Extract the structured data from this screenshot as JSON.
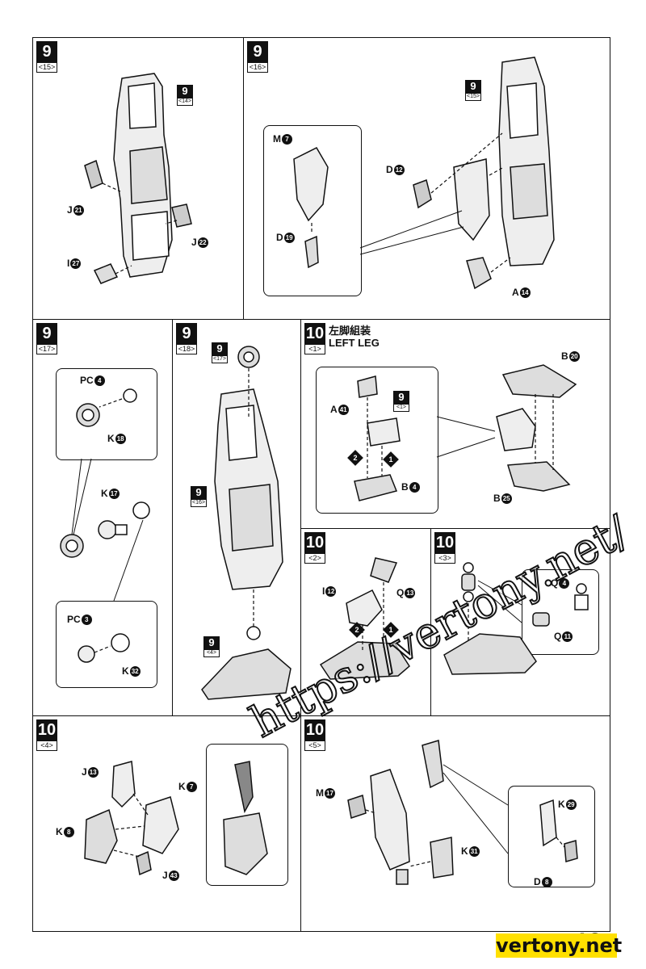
{
  "panels": [
    {
      "id": "p1",
      "step": "9",
      "sub": "<15>",
      "labels": [
        {
          "l": "J",
          "c": "21"
        },
        {
          "l": "J",
          "c": "22"
        },
        {
          "l": "I",
          "c": "27"
        }
      ],
      "ref": {
        "n": "9",
        "s": "<14>"
      }
    },
    {
      "id": "p2",
      "step": "9",
      "sub": "<16>",
      "labels": [
        {
          "l": "M",
          "c": "7"
        },
        {
          "l": "D",
          "c": "19"
        },
        {
          "l": "D",
          "c": "12"
        },
        {
          "l": "A",
          "c": "14"
        }
      ],
      "ref": {
        "n": "9",
        "s": "<15>"
      }
    },
    {
      "id": "p3",
      "step": "9",
      "sub": "<17>",
      "labels": [
        {
          "l": "PC",
          "c": "4"
        },
        {
          "l": "K",
          "c": "18"
        },
        {
          "l": "K",
          "c": "17"
        },
        {
          "l": "PC",
          "c": "3"
        },
        {
          "l": "K",
          "c": "32"
        }
      ]
    },
    {
      "id": "p4",
      "step": "9",
      "sub": "<18>",
      "refs": [
        {
          "n": "9",
          "s": "<17>"
        },
        {
          "n": "9",
          "s": "<16>"
        },
        {
          "n": "9",
          "s": "<4>"
        }
      ]
    },
    {
      "id": "p5",
      "step": "10",
      "sub": "<1>",
      "title_jp": "左脚組装",
      "title_en": "LEFT LEG",
      "labels": [
        {
          "l": "A",
          "c": "41"
        },
        {
          "l": "B",
          "c": "4"
        },
        {
          "l": "B",
          "c": "20"
        },
        {
          "l": "B",
          "c": "25"
        }
      ],
      "ref": {
        "n": "9",
        "s": "<1>"
      },
      "orders": [
        "1",
        "2"
      ]
    },
    {
      "id": "p6",
      "step": "10",
      "sub": "<2>",
      "labels": [
        {
          "l": "I",
          "c": "12"
        },
        {
          "l": "Q",
          "c": "13"
        }
      ],
      "orders": [
        "1",
        "2"
      ]
    },
    {
      "id": "p7",
      "step": "10",
      "sub": "<3>",
      "labels": [
        {
          "l": "Q",
          "c": "4"
        },
        {
          "l": "Q",
          "c": "11"
        }
      ]
    },
    {
      "id": "p8",
      "step": "10",
      "sub": "<4>",
      "labels": [
        {
          "l": "J",
          "c": "13"
        },
        {
          "l": "K",
          "c": "7"
        },
        {
          "l": "K",
          "c": "8"
        },
        {
          "l": "J",
          "c": "43"
        }
      ]
    },
    {
      "id": "p9",
      "step": "10",
      "sub": "<5>",
      "labels": [
        {
          "l": "M",
          "c": "17"
        },
        {
          "l": "K",
          "c": "29"
        },
        {
          "l": "K",
          "c": "31"
        },
        {
          "l": "D",
          "c": "8"
        }
      ]
    }
  ],
  "watermark": "https://vertony.net/",
  "watermark2": "vertony.net",
  "page_number": "13"
}
